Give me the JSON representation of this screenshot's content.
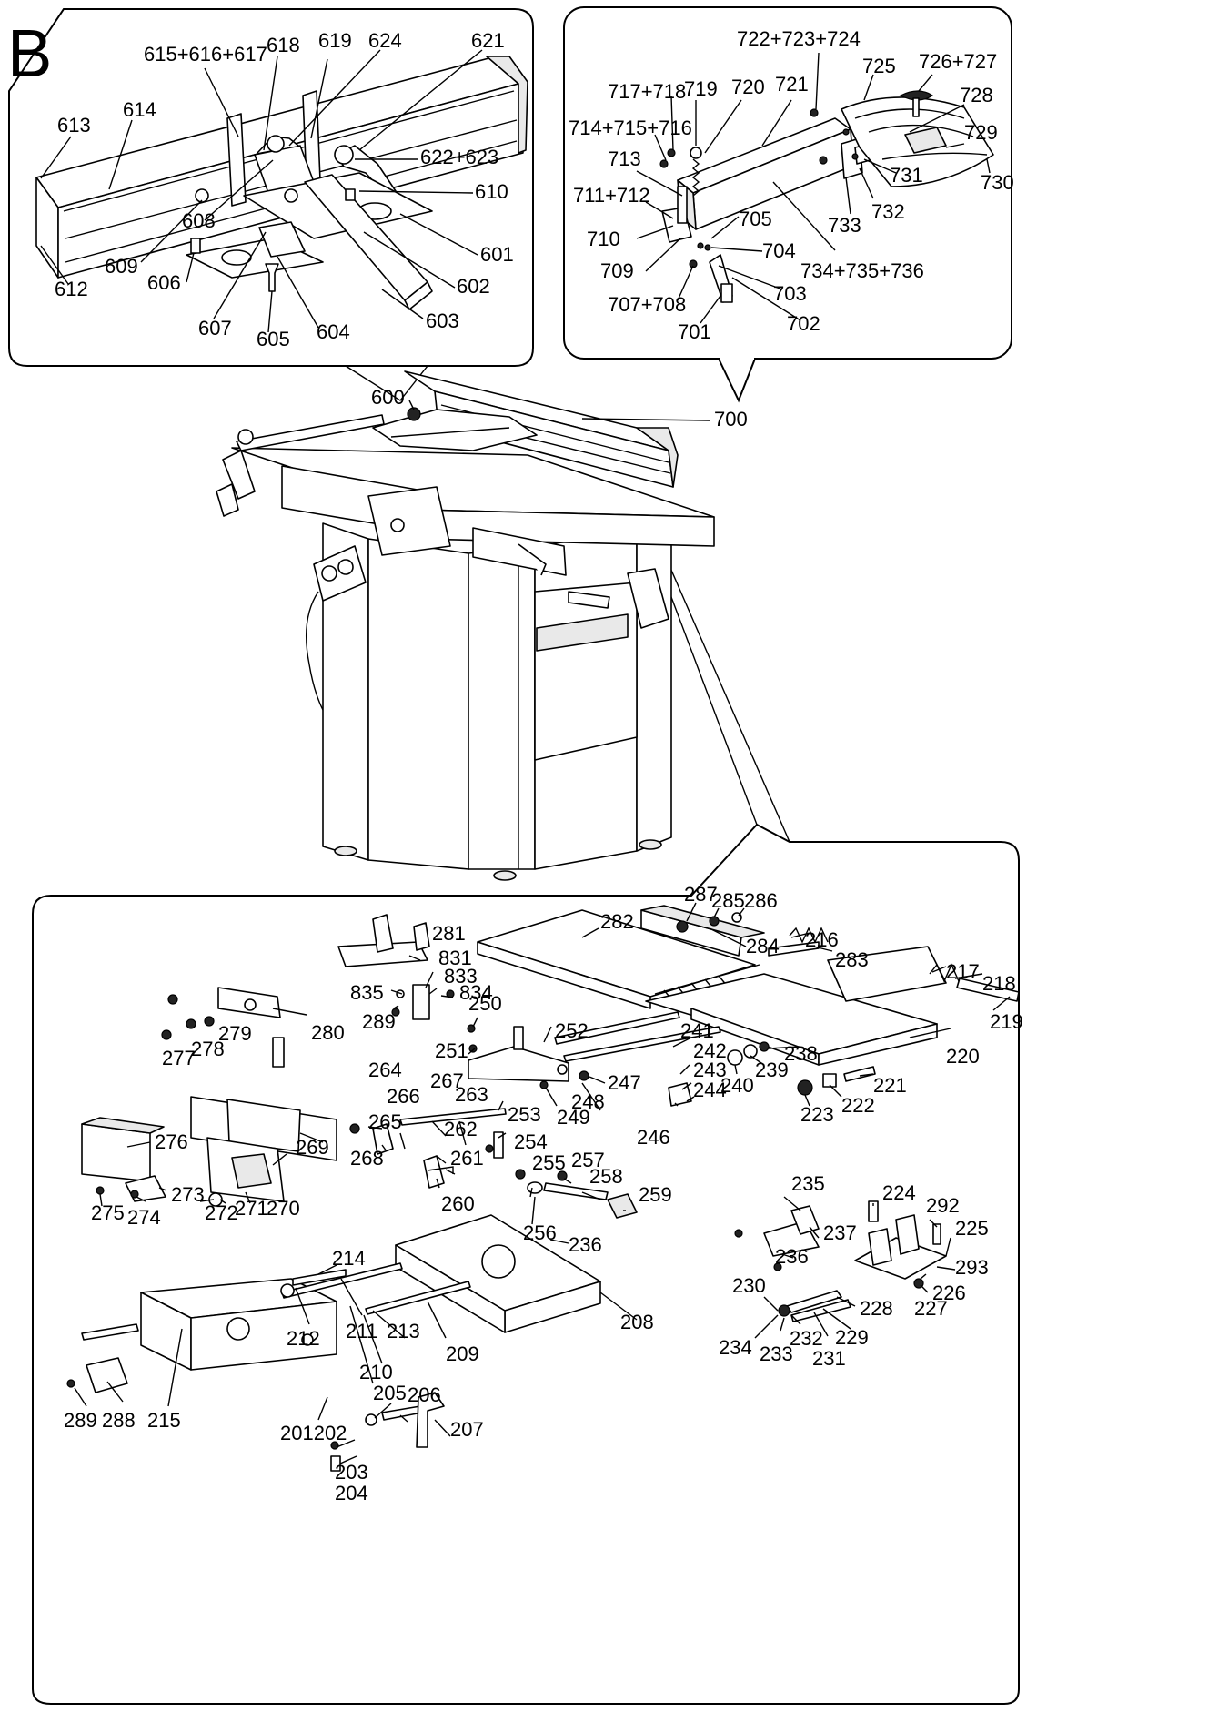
{
  "diagram": {
    "section_letter": "B",
    "labels": {
      "p600": "600",
      "p601": "601",
      "p602": "602",
      "p603": "603",
      "p604": "604",
      "p605": "605",
      "p606": "606",
      "p607": "607",
      "p608": "608",
      "p609": "609",
      "p610": "610",
      "p612": "612",
      "p613": "613",
      "p614": "614",
      "p615": "615+616+617",
      "p618": "618",
      "p619": "619",
      "p621": "621",
      "p622": "622+623",
      "p624": "624",
      "p700": "700",
      "p701": "701",
      "p702": "702",
      "p703": "703",
      "p704": "704",
      "p705": "705",
      "p707": "707+708",
      "p709": "709",
      "p710": "710",
      "p711": "711+712",
      "p713": "713",
      "p714": "714+715+716",
      "p717": "717+718",
      "p719": "719",
      "p720": "720",
      "p721": "721",
      "p722": "722+723+724",
      "p725": "725",
      "p726": "726+727",
      "p728": "728",
      "p729": "729",
      "p730": "730",
      "p731": "731",
      "p732": "732",
      "p733": "733",
      "p734": "734+735+736",
      "p201202": "201202",
      "p203": "203",
      "p204": "204",
      "p205": "205",
      "p206": "206",
      "p207": "207",
      "p208": "208",
      "p209": "209",
      "p210": "210",
      "p211": "211",
      "p212": "212",
      "p213": "213",
      "p214": "214",
      "p215": "215",
      "p216": "216",
      "p217": "217",
      "p218": "218",
      "p219": "219",
      "p220": "220",
      "p221": "221",
      "p222": "222",
      "p223": "223",
      "p224": "224",
      "p225": "225",
      "p226": "226",
      "p227": "227",
      "p228": "228",
      "p229": "229",
      "p230": "230",
      "p231": "231",
      "p232": "232",
      "p233": "233",
      "p234": "234",
      "p235": "235",
      "p236a": "236",
      "p236b": "236",
      "p237": "237",
      "p238": "238",
      "p239": "239",
      "p240": "240",
      "p241": "241",
      "p242": "242",
      "p243": "243",
      "p244": "244",
      "p246": "246",
      "p247": "247",
      "p248": "248",
      "p249": "249",
      "p250": "250",
      "p251": "251",
      "p252": "252",
      "p253": "253",
      "p254": "254",
      "p255": "255",
      "p256": "256",
      "p257": "257",
      "p258": "258",
      "p259": "259",
      "p260": "260",
      "p261": "261",
      "p262": "262",
      "p263": "263",
      "p264": "264",
      "p265": "265",
      "p266": "266",
      "p267": "267",
      "p268": "268",
      "p269": "269",
      "p270": "270",
      "p271": "271",
      "p272": "272",
      "p273": "273",
      "p274": "274",
      "p275": "275",
      "p276": "276",
      "p277": "277",
      "p278": "278",
      "p279": "279",
      "p280": "280",
      "p281": "281",
      "p282": "282",
      "p283": "283",
      "p284": "284",
      "p285": "285",
      "p286": "286",
      "p287": "287",
      "p288": "288",
      "p289a": "289",
      "p289b": "289",
      "p292": "292",
      "p293": "293",
      "p831": "831",
      "p833": "833",
      "p834": "834",
      "p835": "835"
    }
  }
}
